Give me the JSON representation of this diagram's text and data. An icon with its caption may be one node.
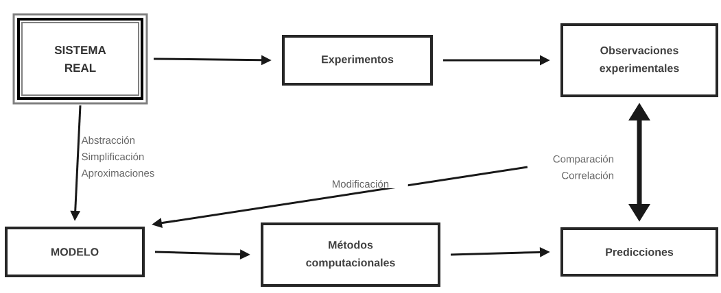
{
  "diagram": {
    "nodes": [
      {
        "text": [
          "SISTEMA REAL"
        ]
      },
      {
        "text": [
          "Experimentos"
        ]
      },
      {
        "text": [
          "Observaciones experimentales"
        ]
      },
      {
        "text": [
          "MODELO"
        ]
      },
      {
        "text": [
          "Métodos computacionales"
        ]
      },
      {
        "text": [
          "Predicciones"
        ]
      },
      {
        "text": [
          "Comparación Correlación"
        ]
      }
    ],
    "edges": [
      {
        "from": 0,
        "to": 1,
        "arrow": "to"
      },
      {
        "from": 1,
        "to": 2,
        "arrow": "to"
      },
      {
        "from": 0,
        "to": 3,
        "arrow": "to",
        "label": "Abstracción Simplificación Aproximaciones"
      },
      {
        "from": 6,
        "to": 3,
        "arrow": "to",
        "label": "Modificación"
      },
      {
        "from": 3,
        "to": 4,
        "arrow": "to"
      },
      {
        "from": 4,
        "to": 5,
        "arrow": "to"
      },
      {
        "from": 2,
        "to": 5,
        "arrow": "both",
        "style": "thick"
      }
    ]
  }
}
